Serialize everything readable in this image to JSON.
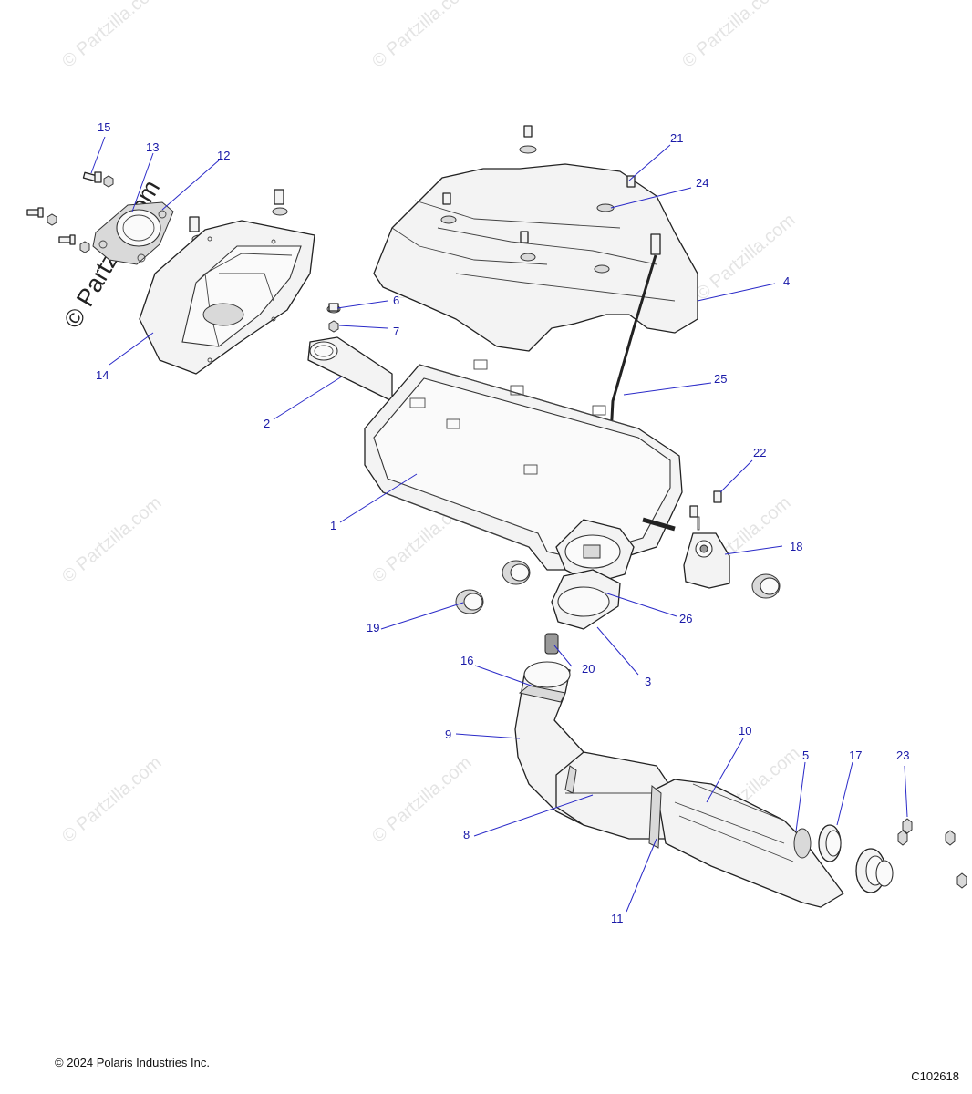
{
  "watermark_text": "© Partzilla.com",
  "side_watermark_text": "© Partzilla.com",
  "copyright": "© 2024 Polaris Industries Inc.",
  "diagram_code": "C102618",
  "callouts": {
    "c1": "1",
    "c2": "2",
    "c3": "3",
    "c4": "4",
    "c5": "5",
    "c6": "6",
    "c7": "7",
    "c8": "8",
    "c9": "9",
    "c10": "10",
    "c11": "11",
    "c12": "12",
    "c13": "13",
    "c14": "14",
    "c15": "15",
    "c16": "16",
    "c17": "17",
    "c18": "18",
    "c19": "19",
    "c20": "20",
    "c21": "21",
    "c22": "22",
    "c23": "23",
    "c24": "24",
    "c25": "25",
    "c26": "26"
  },
  "colors": {
    "callout": "#1a1aa8",
    "leader": "#2a2ac8",
    "line": "#222222",
    "watermark": "#cfcfcf"
  }
}
